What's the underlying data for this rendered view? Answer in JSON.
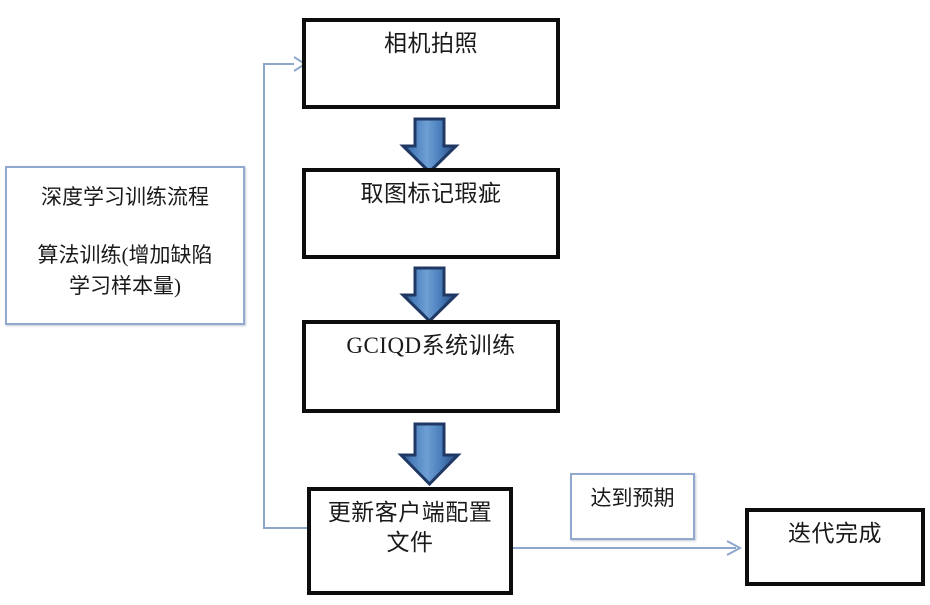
{
  "diagram": {
    "type": "flowchart",
    "title": "深度学习训练流程",
    "colors": {
      "box_border": "#0d0d0d",
      "note_border": "#91a9cf",
      "arrow_fill": "#4a7ebb",
      "arrow_stroke": "#1f3864",
      "connector_line": "#8ca6cd",
      "background": "#ffffff",
      "text": "#1a1a1a"
    },
    "info_panel": {
      "line1": "深度学习训练流程",
      "line2": "算法训练(增加缺陷\n学习样本量)"
    },
    "nodes": [
      {
        "id": "capture",
        "label": "相机拍照"
      },
      {
        "id": "annotate",
        "label": "取图标记瑕疵"
      },
      {
        "id": "train",
        "label": "GCIQD系统训练"
      },
      {
        "id": "update",
        "label": "更新客户端配置\n文件"
      },
      {
        "id": "done",
        "label": "迭代完成"
      }
    ],
    "edge_labels": [
      {
        "id": "expected",
        "label": "达到预期"
      }
    ],
    "arrows": [
      {
        "id": "capture-to-annotate",
        "kind": "block-arrow-down"
      },
      {
        "id": "annotate-to-train",
        "kind": "block-arrow-down"
      },
      {
        "id": "train-to-update",
        "kind": "block-arrow-down"
      },
      {
        "id": "update-to-done",
        "kind": "line-arrow-right"
      },
      {
        "id": "update-to-capture",
        "kind": "feedback-loop"
      }
    ]
  }
}
